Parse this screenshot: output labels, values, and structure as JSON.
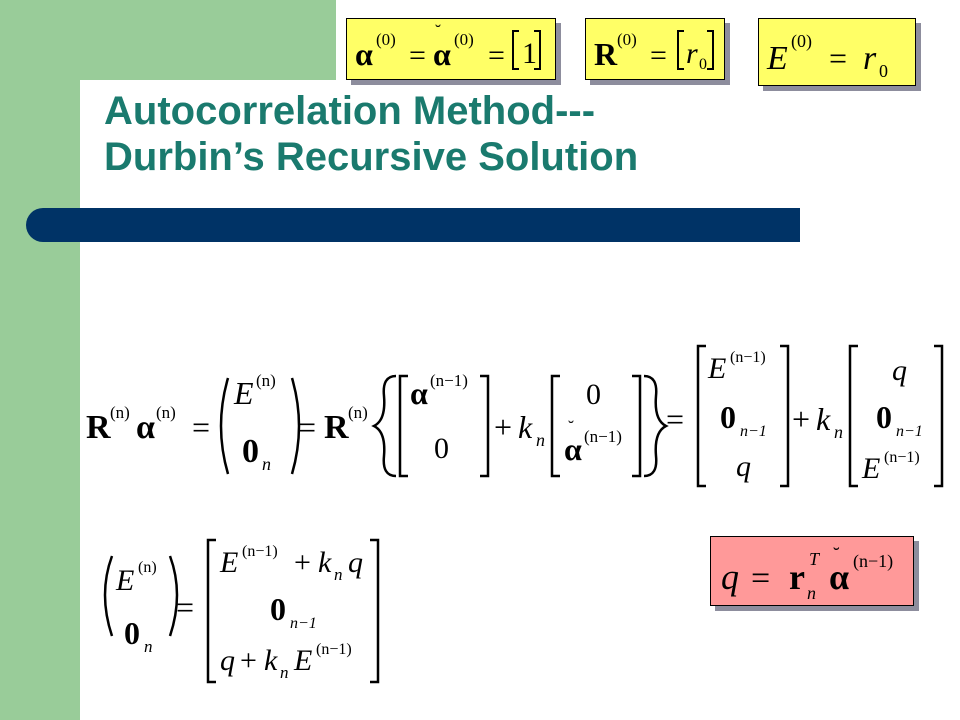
{
  "title": {
    "line1": "Autocorrelation Method---",
    "line2": "Durbin’s Recursive Solution"
  },
  "colors": {
    "green": "#99cc99",
    "bar": "#003366",
    "title": "#1a7a6e",
    "yellow_box": "#ffff66",
    "pink_box": "#ff9999"
  },
  "boxes": {
    "alpha0": {
      "lhs": "α",
      "sup": "(0)",
      "eq": "=",
      "rhs": "α",
      "sup2": "(0)",
      "eq2": "=",
      "val": "1"
    },
    "R0": {
      "lhs": "R",
      "sup": "(0)",
      "eq": "=",
      "val": "r",
      "sub": "0"
    },
    "E0": {
      "lhs": "E",
      "sup": "(0)",
      "eq": "=",
      "val": "r",
      "sub": "0"
    },
    "q": {
      "lhs": "q",
      "eq": "=",
      "r": "r",
      "sub": "n",
      "supT": "T",
      "alpha": "α",
      "sup": "(n−1)"
    }
  },
  "eq1": {
    "R": "R",
    "sup_n": "(n)",
    "alpha": "α",
    "eq": "=",
    "E": "E",
    "zero": "0",
    "sub_n": "n",
    "sup_nm1": "(n−1)",
    "plus": "+",
    "k": "k",
    "q": "q",
    "sub_nm1": "n−1",
    "scalar0": "0"
  },
  "eq2": {
    "E": "E",
    "sup_n": "(n)",
    "zero": "0",
    "sub_n": "n",
    "eq": "=",
    "row1": {
      "E": "E",
      "sup": "(n−1)",
      "plus": "+",
      "k": "k",
      "sub": "n",
      "q": "q"
    },
    "sub_nm1": "n−1",
    "row3": {
      "q": "q",
      "plus": "+",
      "k": "k",
      "sub": "n",
      "E": "E",
      "sup": "(n−1)"
    }
  }
}
